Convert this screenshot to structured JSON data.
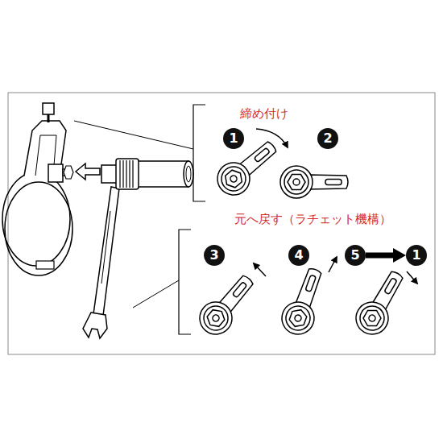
{
  "diagram": {
    "nodes": [
      {
        "text": [
          "1"
        ]
      },
      {
        "text": [
          "2"
        ]
      },
      {
        "text": [
          "3"
        ]
      },
      {
        "text": [
          "4"
        ]
      },
      {
        "text": [
          "5"
        ]
      },
      {
        "text": [
          "1"
        ]
      }
    ],
    "edges": [
      {
        "from": 4,
        "to": 5,
        "arrow": "to"
      }
    ],
    "labels": [
      "締め付け",
      "元へ戻す（ラチェット機構）"
    ]
  }
}
